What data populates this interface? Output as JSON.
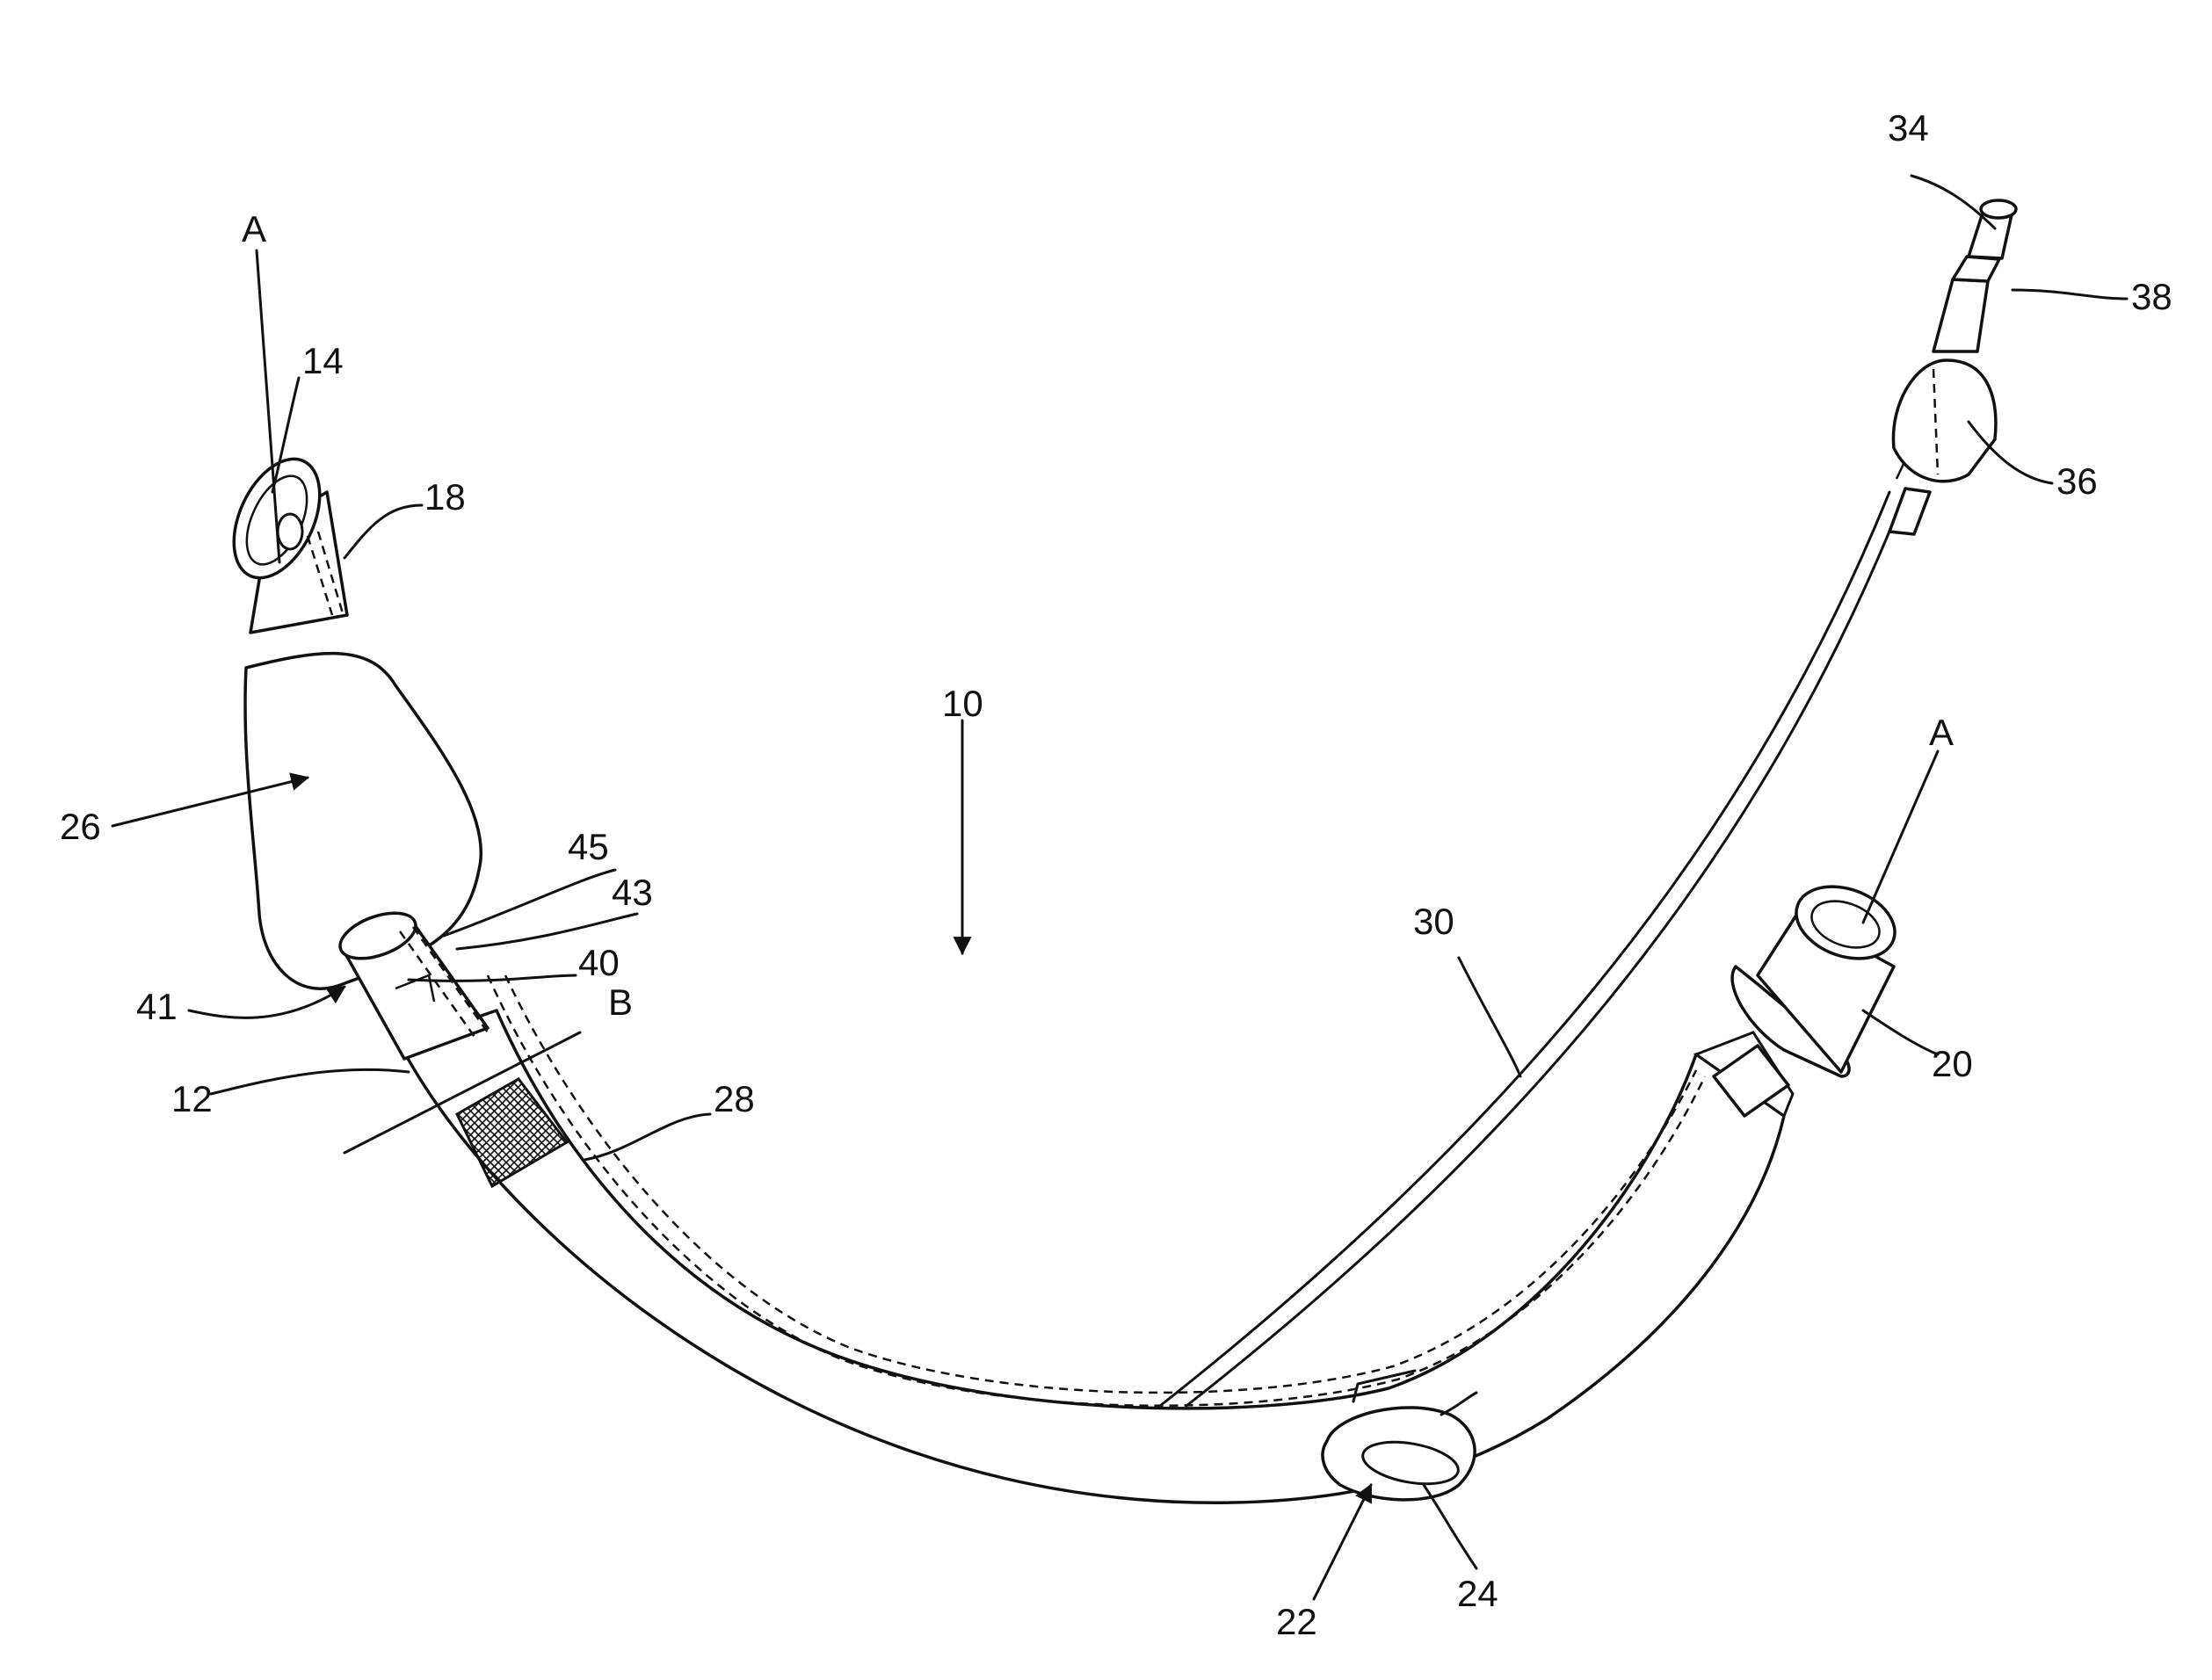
{
  "figure": {
    "labels": {
      "A_top": "A",
      "l14": "14",
      "l18": "18",
      "l26": "26",
      "l45": "45",
      "l43": "43",
      "l40": "40",
      "l41": "41",
      "B": "B",
      "l12": "12",
      "l28": "28",
      "l10": "10",
      "l30": "30",
      "l34": "34",
      "l38": "38",
      "l36": "36",
      "A_right": "A",
      "l20": "20",
      "l22": "22",
      "l24": "24"
    }
  }
}
